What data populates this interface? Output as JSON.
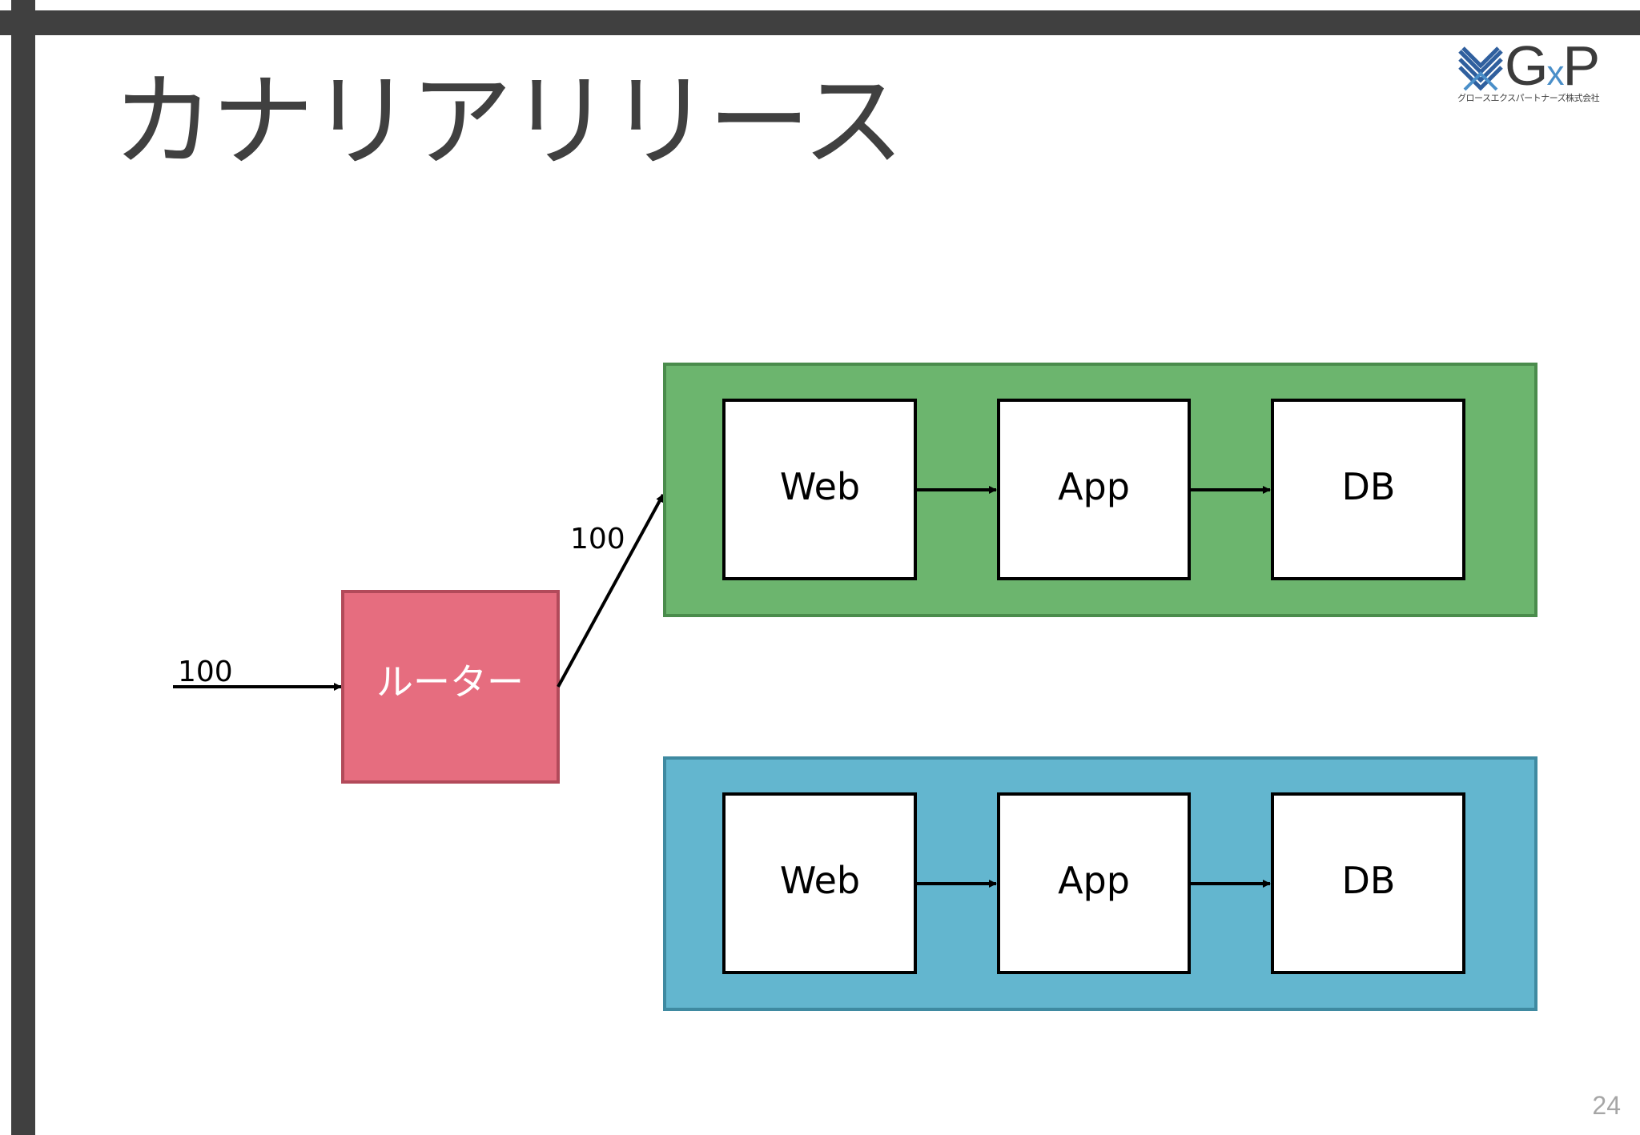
{
  "slide": {
    "title": "カナリアリリース",
    "page_number": "24"
  },
  "logo": {
    "letter_g": "G",
    "letter_x": "x",
    "letter_p": "P",
    "subtitle": "グロースエクスパートナーズ株式会社"
  },
  "diagram": {
    "input_label": "100",
    "router_label": "ルーター",
    "route_label": "100",
    "environments": [
      {
        "name": "green",
        "color": "#6cb56e",
        "border": "#4a8c4c",
        "nodes": [
          "Web",
          "App",
          "DB"
        ]
      },
      {
        "name": "blue",
        "color": "#63b6cf",
        "border": "#3f8aa1",
        "nodes": [
          "Web",
          "App",
          "DB"
        ]
      }
    ],
    "router_color": "#e66d7f",
    "router_border": "#b24a5a"
  }
}
